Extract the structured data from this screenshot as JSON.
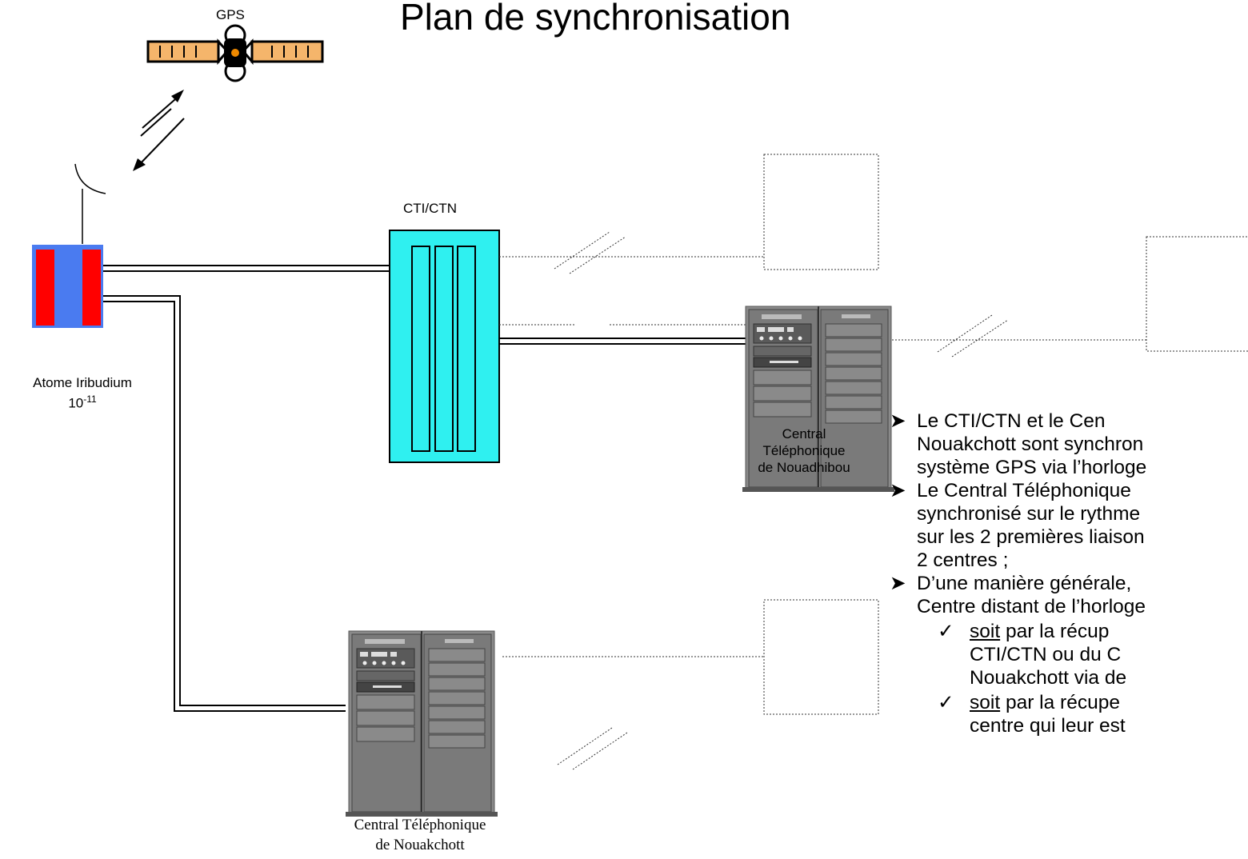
{
  "title": "Plan de synchronisation",
  "labels": {
    "gps": "GPS",
    "cti": "CTI/CTN",
    "atome_line1": "Atome Iribudium",
    "atome_base": "10",
    "atome_exp": "-11",
    "nouadhibou_line1": "Central",
    "nouadhibou_line2": "Téléphonique",
    "nouadhibou_line3": "de Nouadhibou",
    "nouakchott_line1": "Central Téléphonique",
    "nouakchott_line2": "de Nouakchott"
  },
  "bullets": {
    "b1_lines": [
      "Le CTI/CTN et le Cen",
      "Nouakchott sont synchron",
      "système GPS via l’horloge"
    ],
    "b2_lines": [
      "Le Central Téléphonique",
      "synchronisé sur le rythme",
      "sur les 2 premières liaison",
      "2 centres ;"
    ],
    "b3_lines": [
      "D’une manière générale,",
      "Centre distant de l’horloge"
    ],
    "sub1_word": "soit",
    "sub1_lines": [
      " par la récup",
      "CTI/CTN ou du C",
      "Nouakchott via de"
    ],
    "sub2_word": "soit",
    "sub2_lines": [
      " par la récupe",
      "centre qui leur est"
    ]
  },
  "colors": {
    "satellite_panel": "#f5b56b",
    "satellite_body": "#000000",
    "satellite_dot": "#f08a00",
    "atom_box": "#4a7bf0",
    "atom_bars": "#ff0000",
    "cti_fill": "#2ff0f0",
    "cabinet": "#7a7a7a"
  },
  "icons": {
    "bullet": "arrowhead-bullet",
    "sub_bullet": "check-mark"
  }
}
